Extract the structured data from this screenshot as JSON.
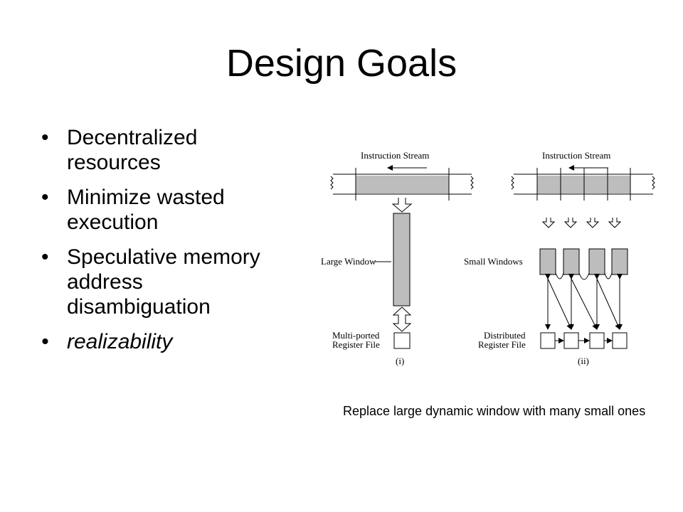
{
  "slide": {
    "title": "Design Goals",
    "bullets": [
      {
        "text": "Decentralized resources",
        "lines": [
          "Decentralized",
          "resources"
        ],
        "italic": false
      },
      {
        "text": "Minimize wasted execution",
        "lines": [
          "Minimize wasted",
          "execution"
        ],
        "italic": false
      },
      {
        "text": "Speculative memory address disambiguation",
        "lines": [
          "Speculative memory",
          "address",
          "disambiguation"
        ],
        "italic": false
      },
      {
        "text": "realizability",
        "lines": [
          "realizability"
        ],
        "italic": true
      }
    ],
    "caption": "Replace large dynamic window with many small ones"
  },
  "figure": {
    "left": {
      "stream_label": "Instruction Stream",
      "window_label": "Large Window",
      "regfile_label_1": "Multi-ported",
      "regfile_label_2": "Register File",
      "panel_label": "(i)"
    },
    "right": {
      "stream_label": "Instruction Stream",
      "window_label": "Small Windows",
      "regfile_label_1": "Distributed",
      "regfile_label_2": "Register File",
      "panel_label": "(ii)"
    }
  }
}
